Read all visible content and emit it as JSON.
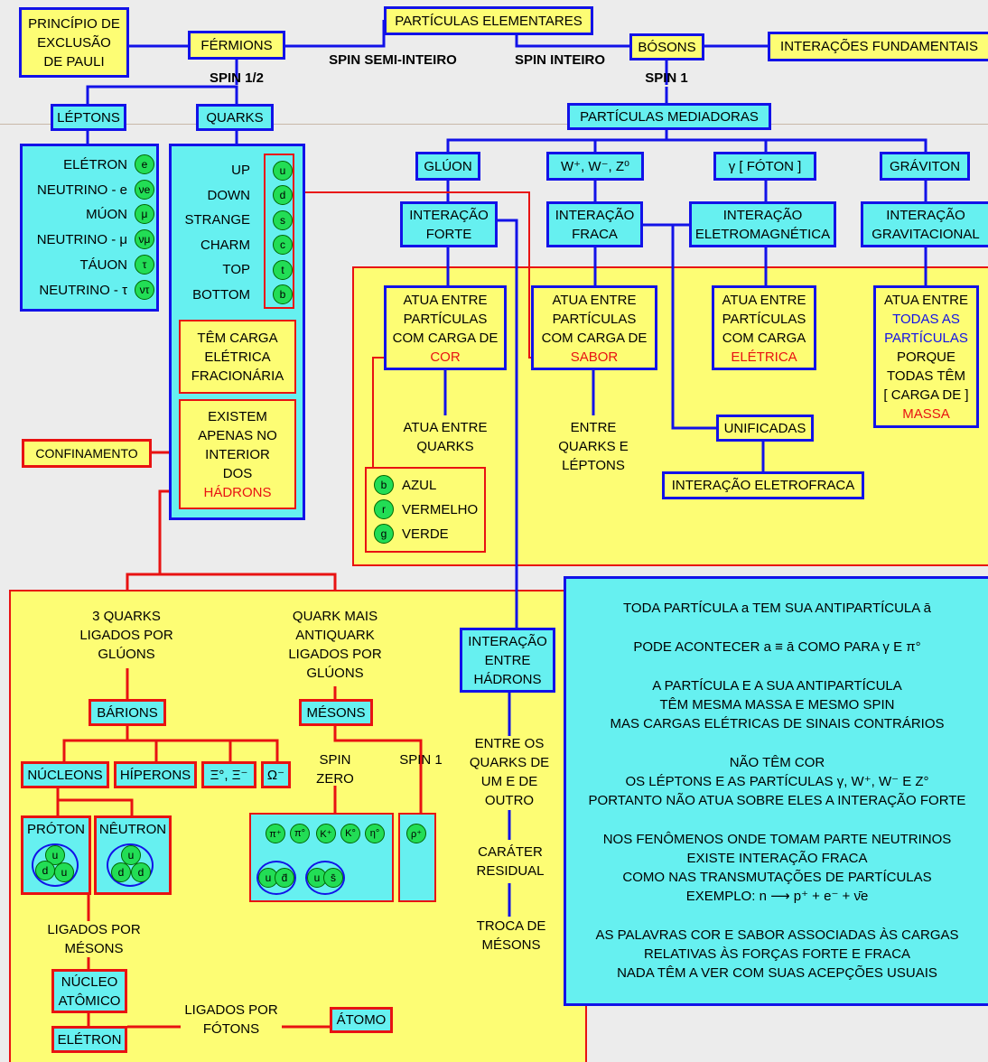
{
  "top": {
    "title": "PARTÍCULAS ELEMENTARES",
    "pauli": "PRINCÍPIO DE EXCLUSÃO DE PAULI",
    "fermions": "FÉRMIONS",
    "bosons": "BÓSONS",
    "interacoes": "INTERAÇÕES FUNDAMENTAIS",
    "spin_semi": "SPIN SEMI-INTEIRO",
    "spin_inteiro": "SPIN INTEIRO",
    "spin_half": "SPIN 1/2",
    "spin_one": "SPIN 1"
  },
  "fermion_side": {
    "leptons": "LÉPTONS",
    "quarks": "QUARKS",
    "lepton_list": [
      {
        "name": "ELÉTRON",
        "symbol": "e"
      },
      {
        "name": "NEUTRINO - e",
        "symbol": "νe"
      },
      {
        "name": "MÚON",
        "symbol": "μ"
      },
      {
        "name": "NEUTRINO - μ",
        "symbol": "νμ"
      },
      {
        "name": "TÁUON",
        "symbol": "τ"
      },
      {
        "name": "NEUTRINO - τ",
        "symbol": "ντ"
      }
    ],
    "quark_list": [
      {
        "name": "UP",
        "symbol": "u"
      },
      {
        "name": "DOWN",
        "symbol": "d"
      },
      {
        "name": "STRANGE",
        "symbol": "s"
      },
      {
        "name": "CHARM",
        "symbol": "c"
      },
      {
        "name": "TOP",
        "symbol": "t"
      },
      {
        "name": "BOTTOM",
        "symbol": "b"
      }
    ],
    "carga": "TÊM CARGA ELÉTRICA FRACIONÁRIA",
    "existem": "EXISTEM APENAS NO INTERIOR DOS",
    "hadrons": "HÁDRONS",
    "confinamento": "CONFINAMENTO"
  },
  "mediadoras": {
    "title": "PARTÍCULAS MEDIADORAS",
    "gluon": "GLÚON",
    "wz": "W⁺, W⁻, Z⁰",
    "foton": "γ [ FÓTON ]",
    "graviton": "GRÁVITON",
    "forte": "INTERAÇÃO FORTE",
    "fraca": "INTERAÇÃO FRACA",
    "eletro": "INTERAÇÃO ELETROMAGNÉTICA",
    "grav": "INTERAÇÃO GRAVITACIONAL",
    "atua_cor_pre": "ATUA ENTRE PARTÍCULAS COM CARGA DE",
    "cor": "COR",
    "atua_sabor_pre": "ATUA ENTRE PARTÍCULAS COM CARGA DE",
    "sabor": "SABOR",
    "atua_elet_pre": "ATUA ENTRE PARTÍCULAS COM CARGA",
    "eletrica": "ELÉTRICA",
    "atua_todas_1": "ATUA ENTRE",
    "atua_todas_2": "TODAS AS PARTÍCULAS",
    "atua_todas_3": "PORQUE TODAS TÊM [ CARGA DE ]",
    "massa": "MASSA",
    "entre_quarks": "ATUA ENTRE QUARKS",
    "entre_ql": "ENTRE QUARKS E LÉPTONS",
    "unificadas": "UNIFICADAS",
    "eletrofraca": "INTERAÇÃO ELETROFRACA",
    "cores": [
      {
        "name": "AZUL",
        "symbol": "b"
      },
      {
        "name": "VERMELHO",
        "symbol": "r"
      },
      {
        "name": "VERDE",
        "symbol": "g"
      }
    ]
  },
  "hadron_side": {
    "tres_quarks": "3 QUARKS LIGADOS POR GLÚONS",
    "quark_anti": "QUARK MAIS ANTIQUARK LIGADOS POR GLÚONS",
    "barions": "BÁRIONS",
    "mesons": "MÉSONS",
    "nucleons": "NÚCLEONS",
    "hiperons": "HÍPERONS",
    "xi": "Ξ°, Ξ⁻",
    "omega": "Ω⁻",
    "spin_zero": "SPIN ZERO",
    "spin_1": "SPIN 1",
    "proton": "PRÓTON",
    "neutron": "NÊUTRON",
    "proton_quarks": [
      "u",
      "d",
      "u"
    ],
    "neutron_quarks": [
      "u",
      "d",
      "d"
    ],
    "meson_symbols": [
      "π⁺",
      "π°",
      "K⁺",
      "K°",
      "η°"
    ],
    "meson_pairs": [
      [
        "u",
        "d̄"
      ],
      [
        "u",
        "s̄"
      ]
    ],
    "rho": "ρ⁺",
    "ligados_mesons": "LIGADOS POR MÉSONS",
    "nucleo": "NÚCLEO ATÔMICO",
    "ligados_fotons": "LIGADOS POR FÓTONS",
    "atomo": "ÁTOMO",
    "eletron": "ELÉTRON",
    "inter_hadrons": "INTERAÇÃO ENTRE HÁDRONS",
    "entre_os_quarks": "ENTRE OS QUARKS DE UM E DE OUTRO",
    "carater": "CARÁTER RESIDUAL",
    "troca": "TROCA DE MÉSONS"
  },
  "notes": {
    "l1": "TODA PARTÍCULA  a  TEM SUA ANTIPARTÍCULA  ā",
    "l2": "PODE ACONTECER  a ≡ ā  COMO PARA  γ  E  π°",
    "l3a": "A PARTÍCULA E A SUA ANTIPARTÍCULA",
    "l3b": "TÊM MESMA MASSA E MESMO SPIN",
    "l3c": "MAS CARGAS ELÉTRICAS DE SINAIS CONTRÁRIOS",
    "l4a": "NÃO TÊM COR",
    "l4b": "OS LÉPTONS E AS PARTÍCULAS  γ, W⁺, W⁻ E Z°",
    "l4c": "PORTANTO NÃO ATUA SOBRE ELES A INTERAÇÃO FORTE",
    "l5a": "NOS FENÔMENOS ONDE TOMAM PARTE NEUTRINOS",
    "l5b": "EXISTE INTERAÇÃO FRACA",
    "l5c": "COMO NAS TRANSMUTAÇÕES DE PARTÍCULAS",
    "l5d": "EXEMPLO: n ⟶ p⁺ + e⁻ + ν̄e",
    "l6a": "AS PALAVRAS COR E SABOR ASSOCIADAS ÀS CARGAS",
    "l6b": "RELATIVAS ÀS FORÇAS FORTE E FRACA",
    "l6c": "NADA TÊM A VER COM SUAS ACEPÇÕES USUAIS"
  },
  "colors": {
    "blue": "#1212e8",
    "red": "#e81212",
    "cyan": "#66f0f0",
    "yellow": "#fdfd74",
    "green": "#22dd55"
  }
}
